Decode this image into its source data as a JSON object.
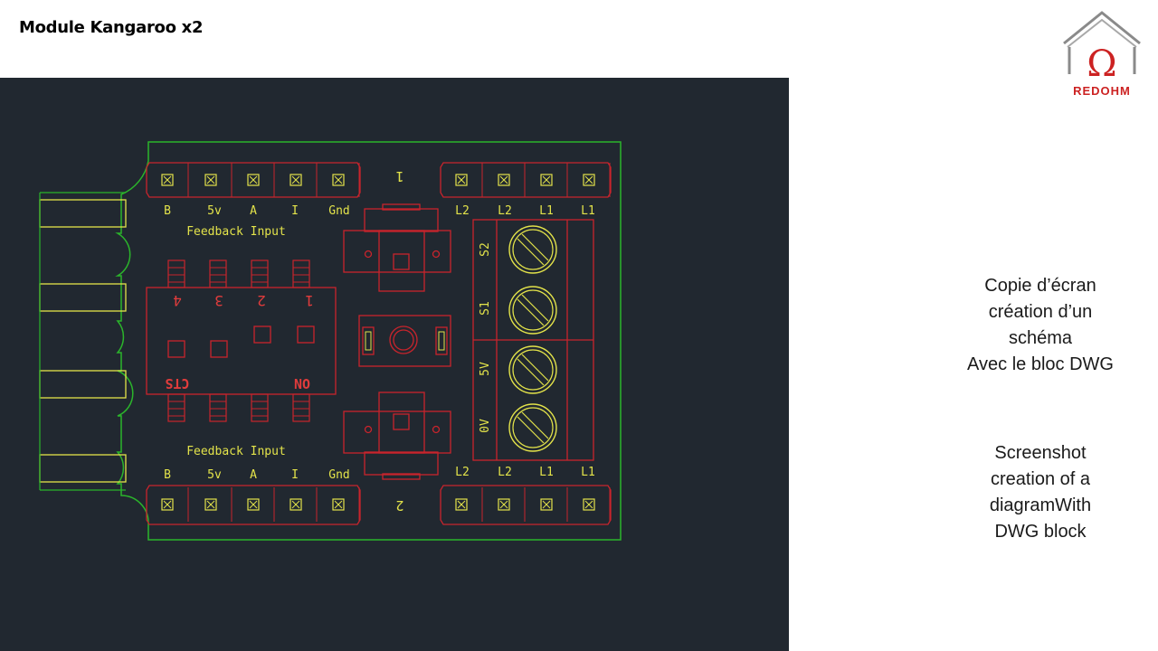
{
  "slide": {
    "title": "Module Kangaroo x2"
  },
  "logo": {
    "text": "REDOHM",
    "symbol": "Ω"
  },
  "captions": {
    "fr": [
      "Copie d’écran",
      "création d’un",
      "schéma",
      "Avec le bloc DWG"
    ],
    "en": [
      "Screenshot",
      "creation of a",
      "diagramWith",
      "DWG block"
    ]
  },
  "drawing": {
    "colors": {
      "outline": "#2bb52b",
      "component": "#c8242c",
      "text": "#e3e34a",
      "background": "#212830"
    },
    "top_header": {
      "pins": [
        "B",
        "5v",
        "A",
        "I",
        "Gnd"
      ],
      "label": "Feedback Input"
    },
    "bottom_header": {
      "pins": [
        "B",
        "5v",
        "A",
        "I",
        "Gnd"
      ],
      "label": "Feedback Input"
    },
    "top_right_header": {
      "pins": [
        "L2",
        "L2",
        "L1",
        "L1"
      ]
    },
    "bottom_right_header": {
      "pins": [
        "L2",
        "L2",
        "L1",
        "L1"
      ]
    },
    "dip_switch": {
      "numbers": [
        "4",
        "3",
        "2",
        "1"
      ],
      "left_label": "CTS",
      "right_label": "ON"
    },
    "terminal_block": {
      "labels": [
        "S2",
        "S1",
        "5V",
        "0V"
      ]
    },
    "channel_marks": {
      "top": "1",
      "bottom": "2"
    }
  }
}
